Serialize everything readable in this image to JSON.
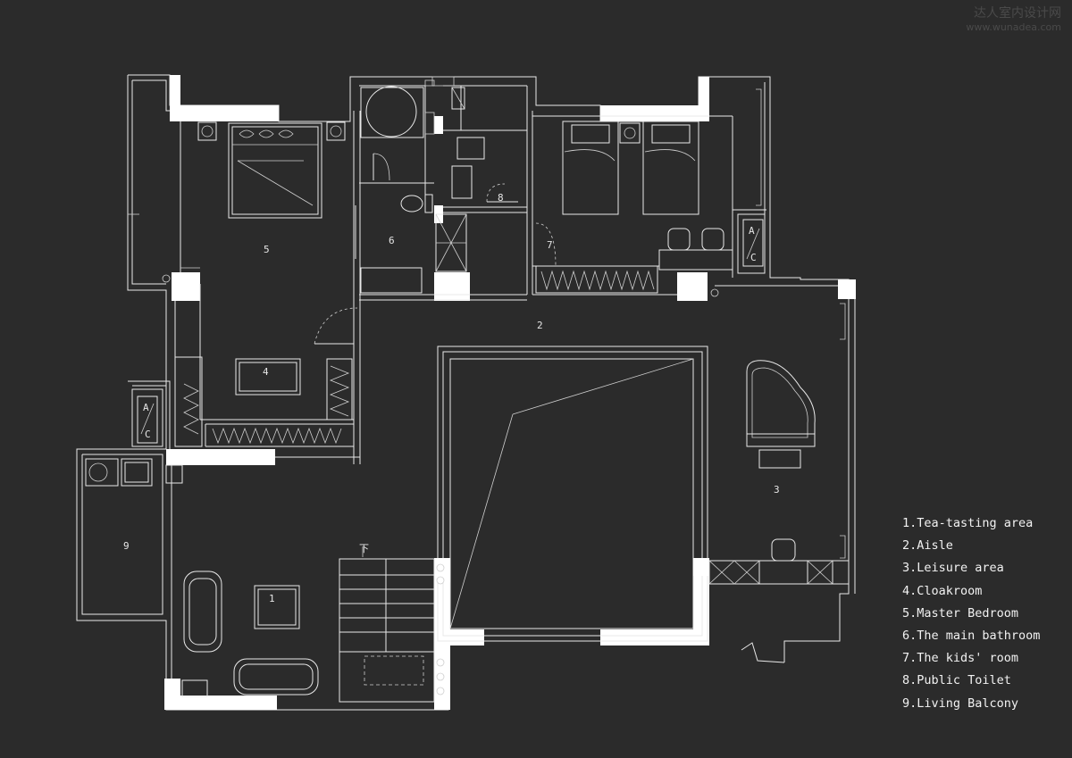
{
  "watermark": {
    "title": "达人室内设计网",
    "url": "www.wunadea.com"
  },
  "rooms": [
    {
      "id": "r1",
      "label": "1"
    },
    {
      "id": "r2",
      "label": "2"
    },
    {
      "id": "r3",
      "label": "3"
    },
    {
      "id": "r4",
      "label": "4"
    },
    {
      "id": "r5",
      "label": "5"
    },
    {
      "id": "r6",
      "label": "6"
    },
    {
      "id": "r7",
      "label": "7"
    },
    {
      "id": "r8",
      "label": "8"
    },
    {
      "id": "r9",
      "label": "9"
    }
  ],
  "stair_marker": "下",
  "ac_label_top": "A",
  "ac_label_bottom": "C",
  "legend": [
    "1.Tea-tasting area",
    "2.Aisle",
    "3.Leisure area",
    "4.Cloakroom",
    "5.Master Bedroom",
    "6.The main bathroom",
    "7.The kids' room",
    "8.Public Toilet",
    "9.Living Balcony"
  ]
}
